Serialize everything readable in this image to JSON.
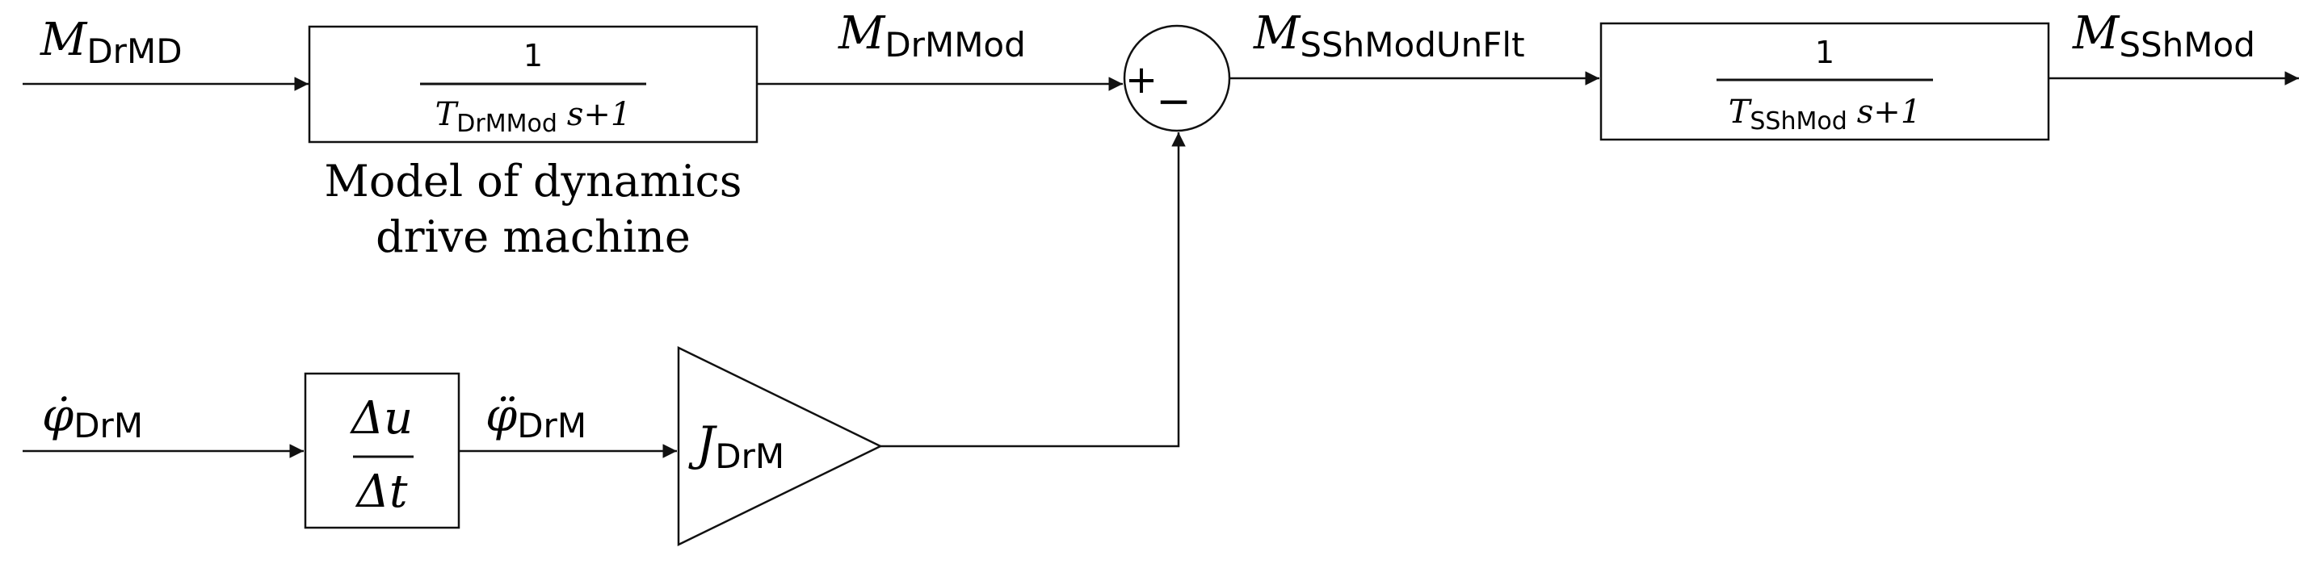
{
  "signals": {
    "m_drmd": {
      "sym": "M",
      "sub": "DrMD"
    },
    "m_drmmod": {
      "sym": "M",
      "sub": "DrMMod"
    },
    "m_sshmodunflt": {
      "sym": "M",
      "sub": "SShModUnFlt"
    },
    "m_sshmod": {
      "sym": "M",
      "sub": "SShMod"
    },
    "phi_dot_drm": {
      "sym": "φ̇",
      "sub": "DrM"
    },
    "phi_ddot_drm": {
      "sym": "φ̈",
      "sub": "DrM"
    }
  },
  "blocks": {
    "lowpass1": {
      "numerator": "1",
      "tau_sym": "T",
      "tau_sub": "DrMMod",
      "tail": "s+1",
      "caption_line1": "Model of dynamics",
      "caption_line2": "drive machine"
    },
    "lowpass2": {
      "numerator": "1",
      "tau_sym": "T",
      "tau_sub": "SShMod",
      "tail": "s+1"
    },
    "derivative": {
      "numerator": "Δu",
      "denominator": "Δt"
    },
    "gain": {
      "sym": "J",
      "sub": "DrM"
    }
  },
  "summer": {
    "plus": "+",
    "minus": "−"
  }
}
